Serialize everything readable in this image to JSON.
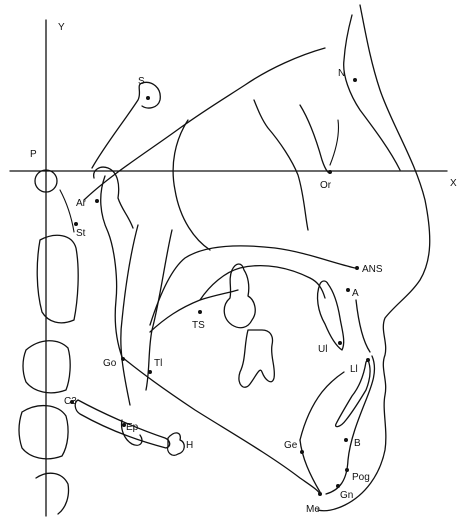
{
  "axes": {
    "y_label": "Y",
    "x_label": "X",
    "origin_label": "P"
  },
  "landmarks": {
    "S": "S",
    "N": "N",
    "Or": "Or",
    "Ar": "Ar",
    "St": "St",
    "ANS": "ANS",
    "A": "A",
    "TS": "TS",
    "Go": "Go",
    "Tl": "Tl",
    "Ul": "Ul",
    "Ll": "Ll",
    "C3": "C3",
    "Ep": "Ep",
    "H": "H",
    "Ge": "Ge",
    "B": "B",
    "Pog": "Pog",
    "Gn": "Gn",
    "Me": "Me"
  }
}
